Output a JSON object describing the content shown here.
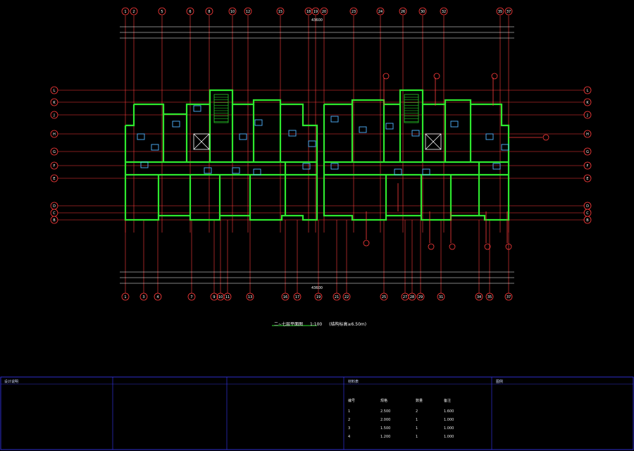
{
  "colors": {
    "background": "#000000",
    "wall": "#2ee82e",
    "grid": "#ff3b3b",
    "dimension": "#ffffff",
    "annotation": "#d8d8d8",
    "frame": "#3a3aff",
    "equipment": "#4fb4ff"
  },
  "axes": {
    "top": [
      "1",
      "2",
      "5",
      "6",
      "8",
      "10",
      "12",
      "15",
      "18",
      "19",
      "20",
      "23",
      "24",
      "26",
      "30",
      "32",
      "35",
      "37"
    ],
    "bottom": [
      "1",
      "3",
      "4",
      "7",
      "9",
      "10",
      "11",
      "13",
      "16",
      "17",
      "19",
      "21",
      "22",
      "25",
      "27",
      "28",
      "29",
      "31",
      "34",
      "35",
      "37"
    ],
    "left": [
      "L",
      "K",
      "J",
      "H",
      "G",
      "F",
      "E",
      "D",
      "C",
      "B"
    ],
    "right": [
      "L",
      "K",
      "J",
      "H",
      "G",
      "F",
      "E",
      "D",
      "C",
      "B"
    ]
  },
  "drawing": {
    "title": "二~七层平面图",
    "scale": "1:100",
    "note": "(结构标高≥6.50m)"
  },
  "dimensions": {
    "top_total": "43600",
    "bottom_total": "43600"
  },
  "legend_panel": {
    "header": "设计说明",
    "materials": "材料表",
    "symbols": "图例",
    "table_headers": [
      "编号",
      "规格",
      "数量",
      "备注"
    ],
    "rows": [
      [
        "1",
        "2.500",
        "2",
        "1.600"
      ],
      [
        "2",
        "2.000",
        "1",
        "1.000"
      ],
      [
        "3",
        "1.500",
        "1",
        "1.000"
      ],
      [
        "4",
        "1.200",
        "1",
        "1.000"
      ]
    ]
  },
  "icons": [
    "fire-hydrant-icon",
    "valve-icon",
    "pipe-icon",
    "stair-icon",
    "elevator-icon"
  ]
}
